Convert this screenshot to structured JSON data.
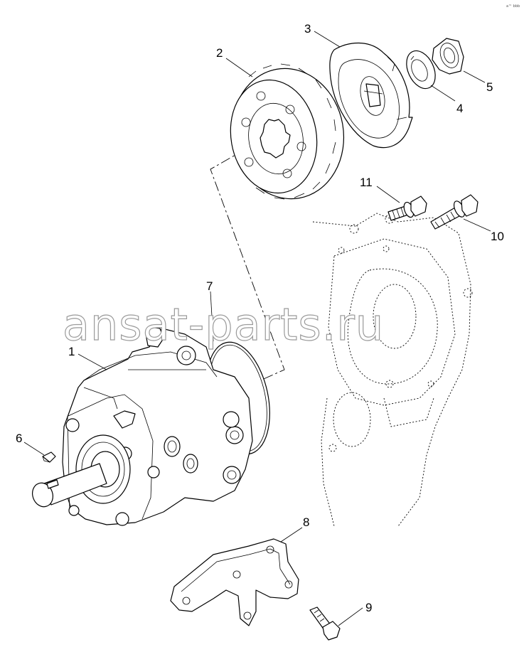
{
  "watermark": "ansat-parts.ru",
  "corner_mark": "a™ bbb",
  "callouts": {
    "c1": "1",
    "c2": "2",
    "c3": "3",
    "c4": "4",
    "c5": "5",
    "c6": "6",
    "c7": "7",
    "c8": "8",
    "c9": "9",
    "c10": "10",
    "c11": "11"
  }
}
